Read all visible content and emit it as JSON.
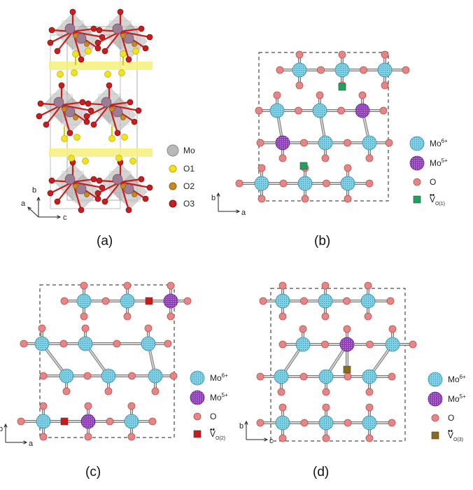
{
  "panels": [
    {
      "id": "a",
      "label": "(a)"
    },
    {
      "id": "b",
      "label": "(b)"
    },
    {
      "id": "c",
      "label": "(c)"
    },
    {
      "id": "d",
      "label": "(d)"
    }
  ],
  "legend_a": [
    {
      "label": "Mo",
      "color": "#b8b8b8"
    },
    {
      "label": "O1",
      "color": "#f2e21a"
    },
    {
      "label": "O2",
      "color": "#c8891e"
    },
    {
      "label": "O3",
      "color": "#c81e1e"
    }
  ],
  "legend_common": {
    "mo6": "Mo",
    "mo6_sup": "6+",
    "mo5": "Mo",
    "mo5_sup": "5+",
    "o": "O",
    "v": "V",
    "v_sup": "••"
  },
  "vacancies": {
    "b": {
      "sub": "O(1)",
      "color": "#1ea35a"
    },
    "c": {
      "sub": "O(2)",
      "color": "#d01818"
    },
    "d": {
      "sub": "O(3)",
      "color": "#8a6a14"
    }
  },
  "axes": {
    "a": {
      "up": "b",
      "right": "c",
      "diag": "a"
    },
    "b": {
      "up": "b",
      "right": "a"
    },
    "c": {
      "up": "b",
      "right": "a"
    },
    "d": {
      "up": "b",
      "right": "c"
    }
  },
  "colors": {
    "mo6": "#7fd1e6",
    "mo5": "#8f3fb8",
    "o": "#ec8a8a",
    "bond": "#a5a5a5"
  }
}
